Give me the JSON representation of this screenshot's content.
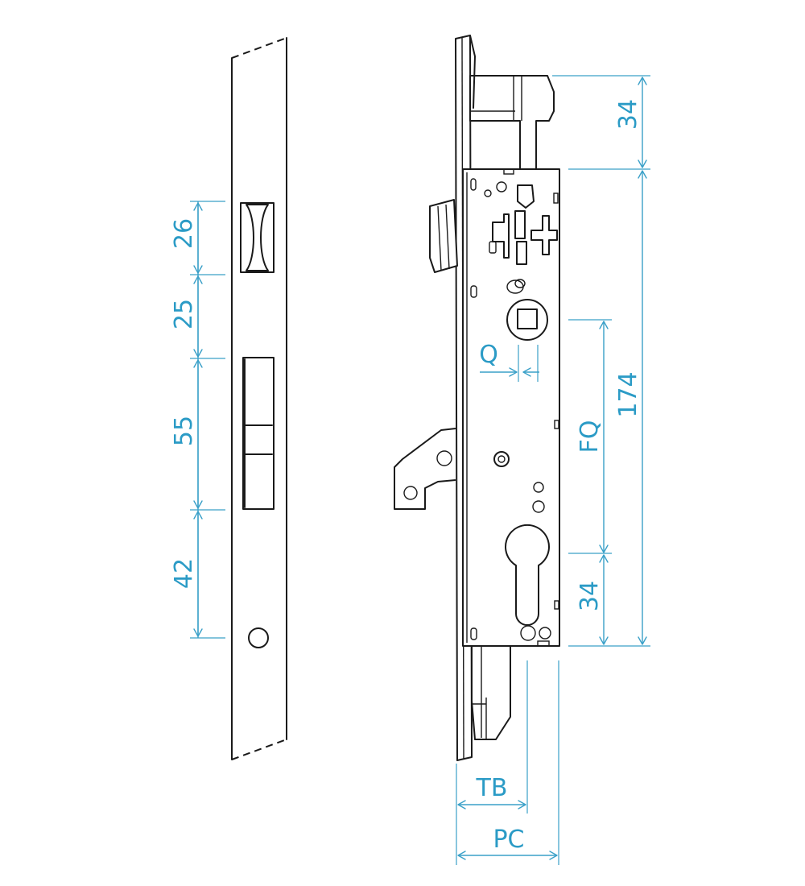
{
  "colors": {
    "dimension": "#2b9bc6",
    "outline": "#1a1a1a"
  },
  "faceplate_dimensions": {
    "d1": "26",
    "d2": "25",
    "d3": "55",
    "d4": "42"
  },
  "side_dimensions": {
    "top_bolt": "34",
    "overall": "174",
    "fq": "FQ",
    "cylinder": "34",
    "q": "Q",
    "tb": "TB",
    "pc": "PC"
  }
}
